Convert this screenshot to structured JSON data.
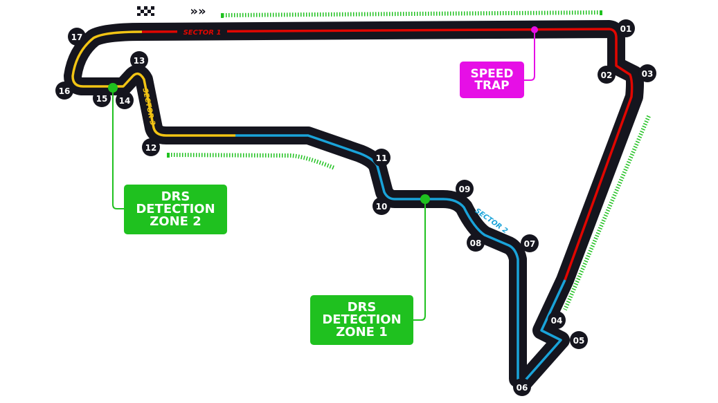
{
  "title": "Circuit Map",
  "colors": {
    "track": "#15151e",
    "sector1": "#e10600",
    "sector2": "#1aa3d9",
    "sector3": "#f2c414",
    "drs": "#1fc11f",
    "speed_trap": "#e60fe6",
    "turn_marker": "#15151e"
  },
  "icons": {
    "start_finish": "checkered-flag-icon",
    "direction": "direction-chevrons-icon",
    "direction_glyph": "»»"
  },
  "sectors": [
    {
      "label": "SECTOR 1"
    },
    {
      "label": "SECTOR 2"
    },
    {
      "label": "SECTOR 3"
    }
  ],
  "turns": [
    "01",
    "02",
    "03",
    "04",
    "05",
    "06",
    "07",
    "08",
    "09",
    "10",
    "11",
    "12",
    "13",
    "14",
    "15",
    "16",
    "17"
  ],
  "callouts": {
    "speed_trap": [
      "SPEED",
      "TRAP"
    ],
    "drs_zone_1": [
      "DRS",
      "DETECTION",
      "ZONE 1"
    ],
    "drs_zone_2": [
      "DRS",
      "DETECTION",
      "ZONE 2"
    ]
  }
}
